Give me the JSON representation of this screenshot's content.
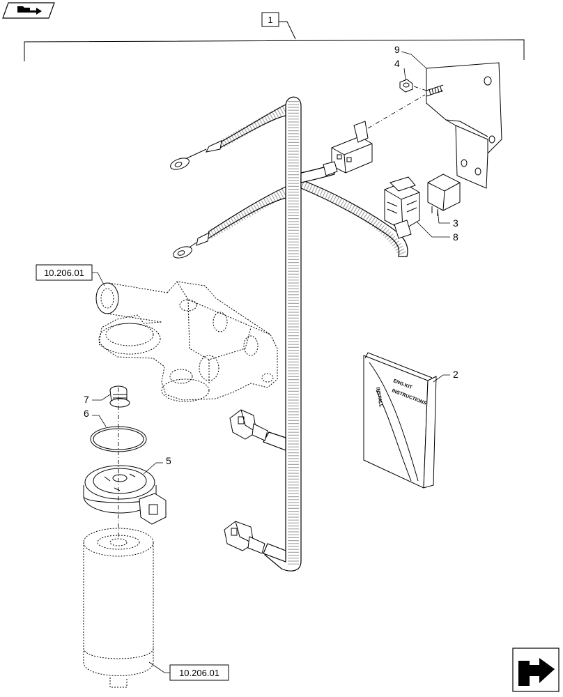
{
  "icons": {
    "top_left": "folder-arrow-icon",
    "bottom_right": "next-page-arrow-icon"
  },
  "assembly": {
    "label": "1"
  },
  "callouts": {
    "c2": "2",
    "c3": "3",
    "c4": "4",
    "c5": "5",
    "c6": "6",
    "c7": "7",
    "c8": "8",
    "c9": "9"
  },
  "references": {
    "upper": "10.206.01",
    "lower": "10.206.01"
  },
  "manual_cover": {
    "line1": "ENG.KIT",
    "line2": "INSTRUCTIONS",
    "line3": "INSTALL"
  }
}
